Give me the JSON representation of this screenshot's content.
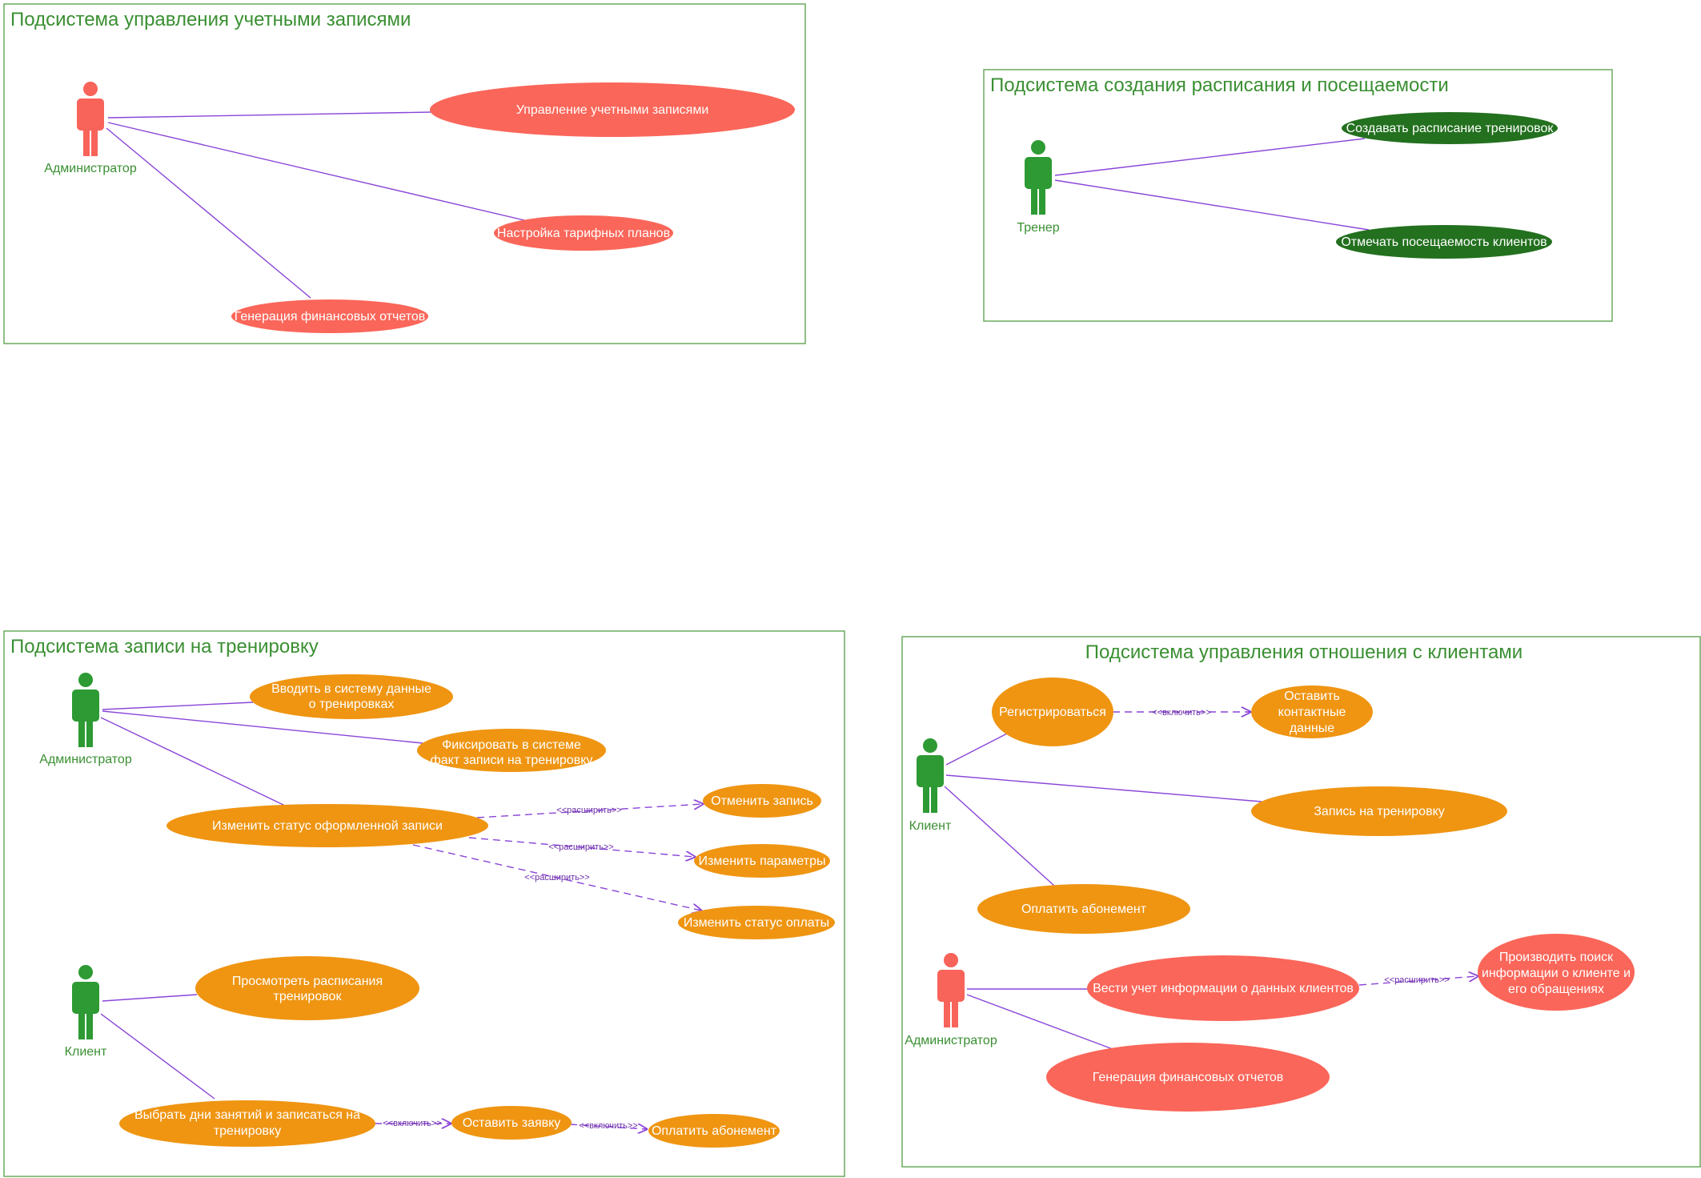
{
  "colors": {
    "frame": "#6aaa5e",
    "title": "#3a8f32",
    "line": "#8a45d8",
    "actor_red": "#f8635a",
    "actor_green": "#2d9a34",
    "uc_red": "#fa6659",
    "uc_dark_green": "#23701f",
    "uc_orange": "#ef9512"
  },
  "subsystems": {
    "accounts": {
      "title": "Подсистема управления учетными записями",
      "actor": "Администратор",
      "uc_manage": "Управление учетными записями",
      "uc_tariffs": "Настройка тарифных планов",
      "uc_reports": "Генерация финансовых отчетов"
    },
    "schedule": {
      "title": "Подсистема создания расписания и посещаемости",
      "actor": "Тренер",
      "uc_create": "Создавать расписание тренировок",
      "uc_attendance": "Отмечать посещаемость клиентов"
    },
    "booking": {
      "title": "Подсистема записи на тренировку",
      "actor_admin": "Администратор",
      "actor_client": "Клиент",
      "uc_enter": [
        "Вводить в систему данные",
        "о тренировках"
      ],
      "uc_fix": [
        "Фиксировать в системе",
        "факт записи на тренировку"
      ],
      "uc_status": "Изменить статус оформленной записи",
      "uc_cancel": "Отменить запись",
      "uc_params": "Изменить параметры",
      "uc_payment": "Изменить статус оплаты",
      "uc_view": [
        "Просмотреть расписания",
        "тренировок"
      ],
      "uc_choose": [
        "Выбрать дни занятий и записаться на",
        "тренировку"
      ],
      "uc_request": "Оставить заявку",
      "uc_pay": "Оплатить абонемент",
      "extend1": "<<расширить>>",
      "extend2": "<<расширить>>",
      "extend3": "<<расширить>>",
      "include1": "<<включить>>",
      "include2": "<<включить>>"
    },
    "crm": {
      "title": "Подсистема управления отношения с клиентами",
      "actor_client": "Клиент",
      "actor_admin": "Администратор",
      "uc_register": "Регистрироваться",
      "uc_contacts": [
        "Оставить",
        "контактные",
        "данные"
      ],
      "uc_signup": "Запись на тренировку",
      "uc_pay": "Оплатить абонемент",
      "uc_records": "Вести учет информации о данных клиентов",
      "uc_search": [
        "Производить поиск",
        "информации о клиенте и",
        "его обращениях"
      ],
      "uc_reports": "Генерация финансовых отчетов",
      "include1": "<<включить>>",
      "extend1": "<<расширить>>"
    }
  }
}
